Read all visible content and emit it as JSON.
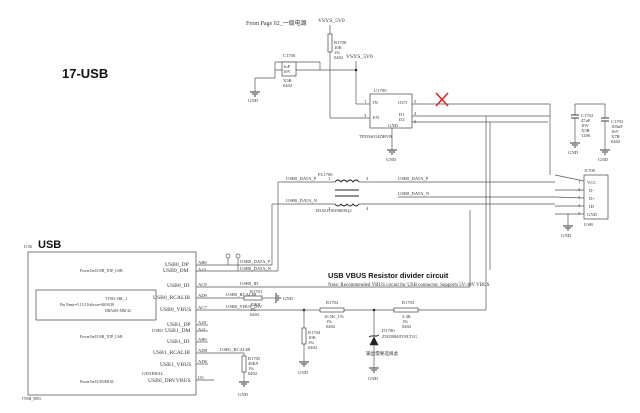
{
  "title": "17-USB",
  "from_page": "From Page 02_一级电源",
  "usb_label": "USB",
  "divider_title": "USB VBUS Resistor divider circuit",
  "divider_note": "Note: Recommended VBUS circuit for USB connector. Supports 5V-30V VBUS",
  "nets": {
    "vsys_5v0_top": "VSYS_5V0",
    "vsys_5v0_mid": "VSYS_5V0",
    "usb0_dp": "USB0_DATA_P",
    "usb0_dn": "USB0_DATA_N",
    "usb0_dp_conn": "USB0_DATA_P",
    "usb0_dn_conn": "USB0_DATA_N",
    "usb0_dp_ic": "USB0_DATA_P",
    "usb0_dn_ic": "USB0_DATA_N",
    "usb0_id": "USB0_ID",
    "usb0_rcalib": "USB0_RCALIB",
    "usb0_vbus_div": "USB0_VBUS_DIV",
    "usb1_rcalib": "USB1_RCALIB",
    "gnd": "GND"
  },
  "components": {
    "r1700": {
      "ref": "R1700",
      "val": "10K",
      "tol": "1%",
      "pkg": "0402"
    },
    "c1700": {
      "ref": "C1700",
      "val": "1uF",
      "volt": "10V",
      "diel": "X5R",
      "pkg": "0402"
    },
    "u1700": {
      "ref": "U1700",
      "part": "TPD3S014DBVR",
      "pins": [
        "IN",
        "EN",
        "OUT",
        "D1",
        "D2",
        "GND"
      ],
      "pin_nums": [
        "1",
        "3",
        "5",
        "4",
        "6",
        "2"
      ]
    },
    "c1702": {
      "ref": "C1702",
      "val": "47uF",
      "volt": "10V",
      "diel": "X5R",
      "pkg": "1206"
    },
    "c1703": {
      "ref": "C1703",
      "val": "100nF",
      "volt": "16V",
      "diel": "X7R",
      "pkg": "0402"
    },
    "fl1700": {
      "ref": "FL1700",
      "part": "DLW21SN900SQ2",
      "pins": [
        "1",
        "2",
        "3",
        "4"
      ]
    },
    "j1700": {
      "ref": "J1700",
      "part": "USB",
      "pins": [
        "VCC",
        "D-",
        "D+",
        "ID",
        "GND"
      ],
      "pin_nums": [
        "1",
        "2",
        "3",
        "4",
        "5"
      ]
    },
    "r1701": {
      "ref": "R1701",
      "val": "49K9",
      "tol": "1%",
      "pkg": "0402"
    },
    "r1702": {
      "ref": "R1702",
      "val": "16.5K_1%",
      "tol": "1%",
      "pkg": "0402"
    },
    "r1703": {
      "ref": "R1703",
      "val": "3.4K",
      "tol": "1%",
      "pkg": "0402"
    },
    "r1704": {
      "ref": "R1704",
      "val": "10K",
      "tol": "1%",
      "pkg": "0402"
    },
    "r1705": {
      "ref": "R1705",
      "val": "49K9",
      "tol": "1%",
      "pkg": "0402"
    },
    "d1700": {
      "ref": "D1700",
      "part": "ZNZ0B40V8LT1G",
      "note": "输出需要选择此"
    }
  },
  "ic": {
    "ref_left": "U36",
    "sub_usb0": "PowerOnJ/USB_TOP_USB",
    "sub_usb1": "PowerOnJ/USB_TOP_USB",
    "sub_general": "PowerOnJ/GENERAL",
    "inner_lines": [
      "TYSIS SRL_1",
      "Pin Nami=0.11/2 Keltron=0401028",
      "DRASIS MM 42"
    ],
    "bottom_left": "J7ISB_9893",
    "pins_right": [
      {
        "name": "USB0_DP",
        "num": "AB8"
      },
      {
        "name": "USB0_DM",
        "num": "A23"
      },
      {
        "name": "USB0_ID",
        "num": "AC9"
      },
      {
        "name": "USB0_RCALIB",
        "num": "AD9"
      },
      {
        "name": "USB0_VBUS",
        "num": "AC7"
      },
      {
        "name": "USB1_DP",
        "num": "A20"
      },
      {
        "name": "USB1_DM",
        "num": "A21"
      },
      {
        "name": "USB1_ID",
        "num": "AB9"
      },
      {
        "name": "USB1_RCALIB",
        "num": "AD8"
      },
      {
        "name": "USB1_VBUS",
        "num": "AD6"
      },
      {
        "name": "USB0_DRVVBUS",
        "num": "U6"
      }
    ],
    "group_usb1": "USB1",
    "group_general": "GENERAL"
  }
}
